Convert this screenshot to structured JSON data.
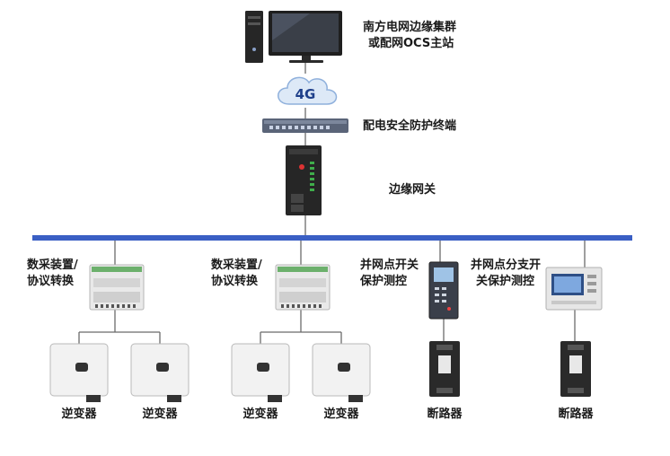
{
  "labels": {
    "master_station_line1": "南方电网边缘集群",
    "master_station_line2": "或配网OCS主站",
    "network": "4G",
    "security_terminal": "配电安全防护终端",
    "edge_gateway": "边缘网关",
    "collector_left_line1": "数采装置/",
    "collector_left_line2": "协议转换",
    "collector_mid_line1": "数采装置/",
    "collector_mid_line2": "协议转换",
    "grid_point_protect_line1": "并网点开关",
    "grid_point_protect_line2": "保护测控",
    "branch_protect_line1": "并网点分支开",
    "branch_protect_line2": "关保护测控",
    "inverter_1": "逆变器",
    "inverter_2": "逆变器",
    "inverter_3": "逆变器",
    "inverter_4": "逆变器",
    "breaker_1": "断路器",
    "breaker_2": "断路器"
  },
  "colors": {
    "bus": "#3a5fc4",
    "line": "#6b6b6b",
    "device_dark": "#2b2b2b",
    "device_light": "#e9e9e9",
    "cloud": "#dde9f7"
  }
}
